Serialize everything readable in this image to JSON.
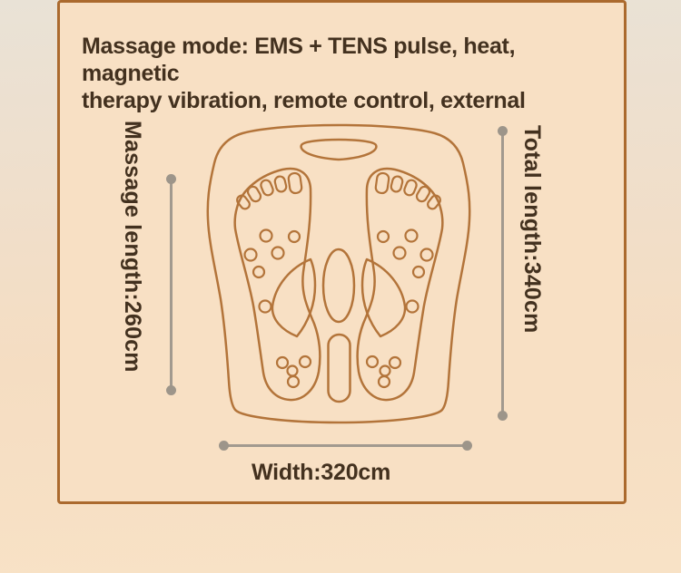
{
  "page": {
    "background_top": "#e9e2d6",
    "background_bottom": "#f8e2c6"
  },
  "frame": {
    "border_color": "#ab6a2e",
    "background_color": "#f8e0c4"
  },
  "title": {
    "line1": "Massage mode: EMS + TENS pulse, heat, magnetic",
    "line2": "therapy vibration, remote control, external",
    "color": "#43311f"
  },
  "diagram": {
    "subject": "foot-massage-mat-line-drawing",
    "line_color": "#b3743a"
  },
  "measurements": {
    "line_color": "#a29a8f",
    "massage_length": {
      "label": "Massage length:260cm",
      "value_cm": 260
    },
    "total_length": {
      "label": "Total length:340cm",
      "value_cm": 340
    },
    "width": {
      "label": "Width:320cm",
      "value_cm": 320
    }
  }
}
